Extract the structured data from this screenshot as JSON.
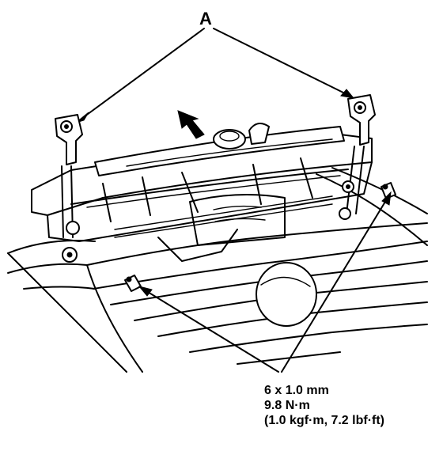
{
  "callouts": {
    "bracket_label": "A",
    "fastener_spec": {
      "size": "6 x 1.0 mm",
      "torque_nm": "9.8 N·m",
      "torque_alt": "(1.0 kgf·m, 7.2 lbf·ft)"
    }
  },
  "colors": {
    "line": "#000000",
    "background": "#ffffff"
  }
}
